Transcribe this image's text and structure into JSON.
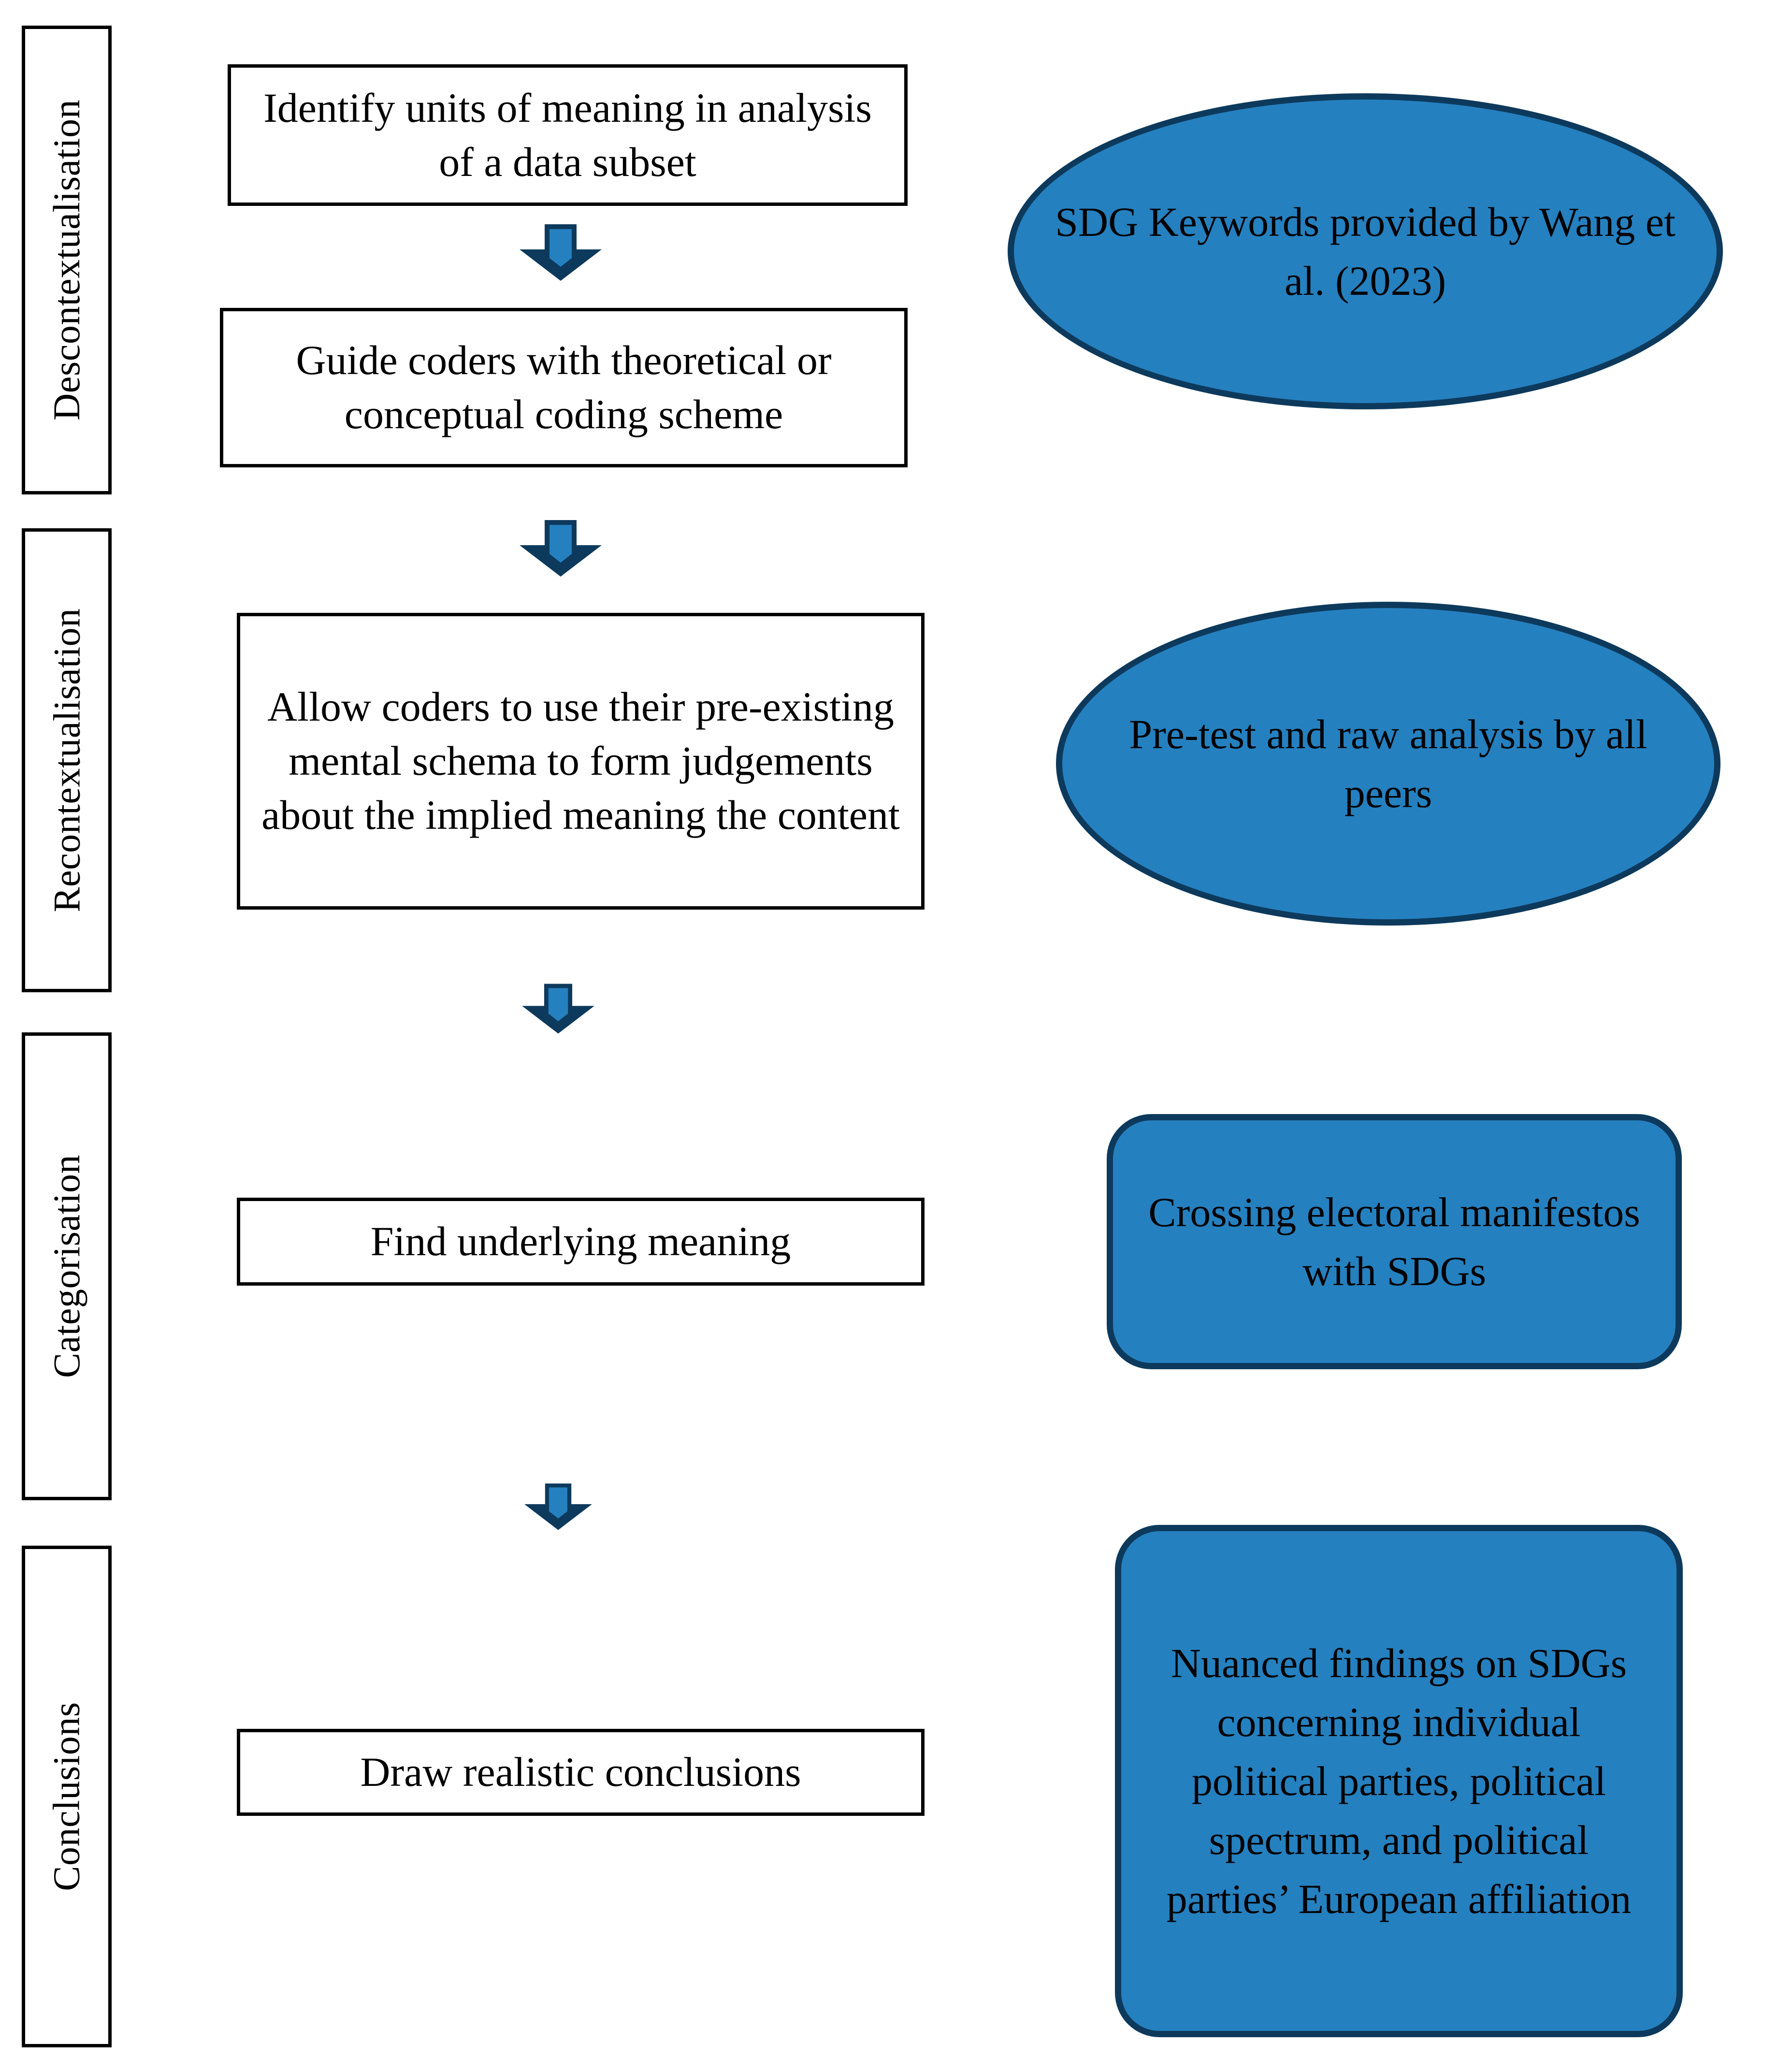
{
  "diagram": {
    "title": "Qualitative content analysis process flowchart",
    "colors": {
      "blue_fill": "#2580BF",
      "navy_stroke": "#0D3A5C",
      "box_stroke": "#000000",
      "background": "#FFFFFF"
    },
    "stages": [
      {
        "label": "Descontextualisation"
      },
      {
        "label": "Recontextualisation"
      },
      {
        "label": "Categorisation"
      },
      {
        "label": "Conclusions"
      }
    ],
    "process_boxes": [
      {
        "text": "Identify units of meaning in analysis of a data subset"
      },
      {
        "text": "Guide coders with theoretical or conceptual coding scheme"
      },
      {
        "text": "Allow coders to use their pre-existing mental schema to form judgements about the implied meaning the content"
      },
      {
        "text": "Find underlying meaning"
      },
      {
        "text": "Draw realistic conclusions"
      }
    ],
    "annotations": [
      {
        "shape": "ellipse",
        "text": "SDG Keywords provided by Wang et al. (2023)"
      },
      {
        "shape": "ellipse",
        "text": "Pre-test and raw analysis by all peers"
      },
      {
        "shape": "rounded-rectangle",
        "text": "Crossing electoral manifestos with SDGs"
      },
      {
        "shape": "rounded-rectangle",
        "text": "Nuanced findings on SDGs concerning individual political parties, political spectrum, and political parties’ European affiliation"
      }
    ],
    "arrows": [
      {
        "direction": "down",
        "from": "Identify units of meaning in analysis of a data subset",
        "to": "Guide coders with theoretical or conceptual coding scheme"
      },
      {
        "direction": "down",
        "from": "Guide coders with theoretical or conceptual coding scheme",
        "to": "Allow coders to use their pre-existing mental schema to form judgements about the implied meaning the content"
      },
      {
        "direction": "down",
        "from": "Allow coders to use their pre-existing mental schema to form judgements about the implied meaning the content",
        "to": "Find underlying meaning"
      },
      {
        "direction": "down",
        "from": "Find underlying meaning",
        "to": "Draw realistic conclusions"
      }
    ]
  }
}
